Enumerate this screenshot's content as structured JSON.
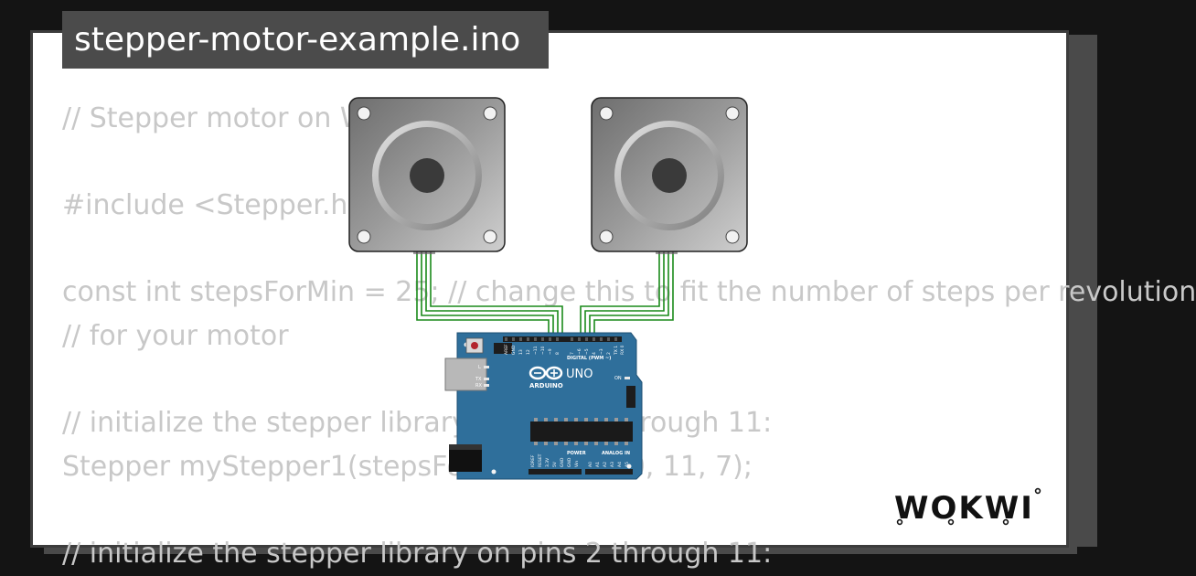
{
  "title": "stepper-motor-example.ino",
  "code_lines": [
    "// Stepper motor on Wokwi!",
    "",
    "#include <Stepper.h>",
    "",
    "const int stepsForMin = 25; // change this to fit the number of steps per revolution",
    "// for your motor",
    "",
    "// initialize the stepper library on pins 8 through 11:",
    "Stepper myStepper1(stepsForMin, 8, 9, 10, 11, 7);",
    "",
    "// initialize the stepper library on pins 2 through 11:"
  ],
  "arduino": {
    "brand": "ARDUINO",
    "model": "UNO",
    "label_digital": "DIGITAL (PWM ~)",
    "label_power": "POWER",
    "label_analog": "ANALOG IN",
    "label_on": "ON",
    "label_l": "L",
    "label_tx": "TX",
    "label_rx": "RX",
    "header_pins": [
      "AREF",
      "GND",
      "13",
      "12",
      "~11",
      "~10",
      "~9",
      "8",
      "7",
      "~6",
      "~5",
      "4",
      "~3",
      "2",
      "TX 1",
      "RX 0"
    ],
    "power_pins": [
      "IOREF",
      "RESET",
      "3.3V",
      "5V",
      "GND",
      "GND",
      "Vin"
    ],
    "analog_pins": [
      "A0",
      "A1",
      "A2",
      "A3",
      "A4",
      "A5"
    ]
  },
  "logo_text": "WOKWI",
  "colors": {
    "background": "#141414",
    "card": "#ffffff",
    "code_text": "#c8c8c8",
    "title_bg": "#4b4b4b",
    "board": "#2f6f9b",
    "wire": "#1a8a1a"
  }
}
